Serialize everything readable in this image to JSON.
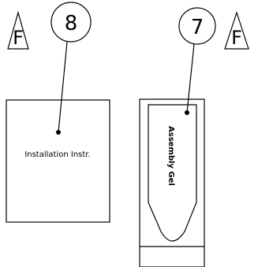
{
  "callouts": [
    {
      "number": "8",
      "revision": "F"
    },
    {
      "number": "7",
      "revision": "F"
    }
  ],
  "parts": {
    "instructions": {
      "label": "Installation Instr."
    },
    "gel": {
      "label": "Assembly Gel"
    }
  }
}
